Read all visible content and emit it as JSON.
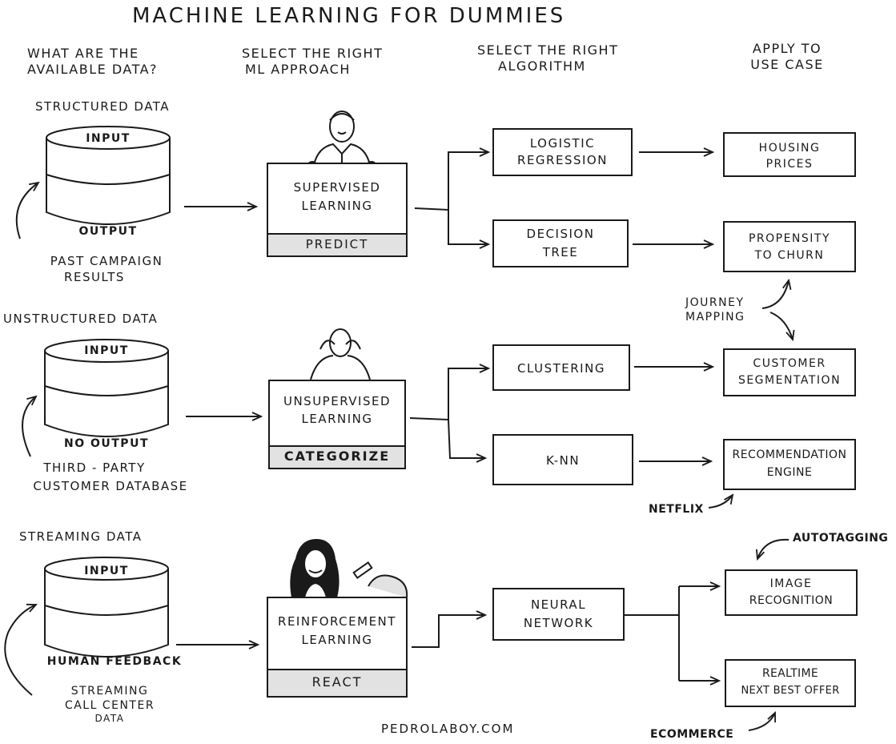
{
  "title": "MACHINE LEARNING FOR DUMMIES",
  "headers": {
    "data": [
      "WHAT ARE THE",
      "AVAILABLE DATA?"
    ],
    "approach": [
      "SELECT THE RIGHT",
      "ML APPROACH"
    ],
    "algorithm": [
      "SELECT THE RIGHT",
      "ALGORITHM"
    ],
    "usecase": [
      "APPLY TO",
      "USE CASE"
    ]
  },
  "rows": [
    {
      "data_type": "STRUCTURED DATA",
      "db_top": "INPUT",
      "db_bottom": "OUTPUT",
      "source": [
        "PAST CAMPAIGN",
        "RESULTS"
      ],
      "approach": [
        "SUPERVISED",
        "LEARNING"
      ],
      "action": "PREDICT",
      "algorithms": [
        [
          "LOGISTIC",
          "REGRESSION"
        ],
        [
          "DECISION",
          "TREE"
        ]
      ],
      "usecases": [
        [
          "HOUSING",
          "PRICES"
        ],
        [
          "PROPENSITY",
          "TO CHURN"
        ]
      ]
    },
    {
      "data_type": "UNSTRUCTURED DATA",
      "db_top": "INPUT",
      "db_bottom": "NO OUTPUT",
      "source": [
        "THIRD - PARTY",
        "CUSTOMER DATABASE"
      ],
      "approach": [
        "UNSUPERVISED",
        "LEARNING"
      ],
      "action": "CATEGORIZE",
      "algorithms": [
        [
          "CLUSTERING"
        ],
        [
          "K-NN"
        ]
      ],
      "usecases": [
        [
          "CUSTOMER",
          "SEGMENTATION"
        ],
        [
          "RECOMMENDATION",
          "ENGINE"
        ]
      ]
    },
    {
      "data_type": "STREAMING DATA",
      "db_top": "INPUT",
      "db_bottom": "HUMAN FEEDBACK",
      "source": [
        "STREAMING",
        "CALL CENTER",
        "DATA"
      ],
      "approach": [
        "REINFORCEMENT",
        "LEARNING"
      ],
      "action": "REACT",
      "algorithms": [
        [
          "NEURAL",
          "NETWORK"
        ]
      ],
      "usecases": [
        [
          "IMAGE",
          "RECOGNITION"
        ],
        [
          "REALTIME",
          "NEXT BEST OFFER"
        ]
      ]
    }
  ],
  "annotations": {
    "journey": [
      "JOURNEY",
      "MAPPING"
    ],
    "netflix": "NETFLIX",
    "autotagging": "AUTOTAGGING",
    "ecommerce": "ECOMMERCE"
  },
  "footer": "PEDROLABOY.COM"
}
